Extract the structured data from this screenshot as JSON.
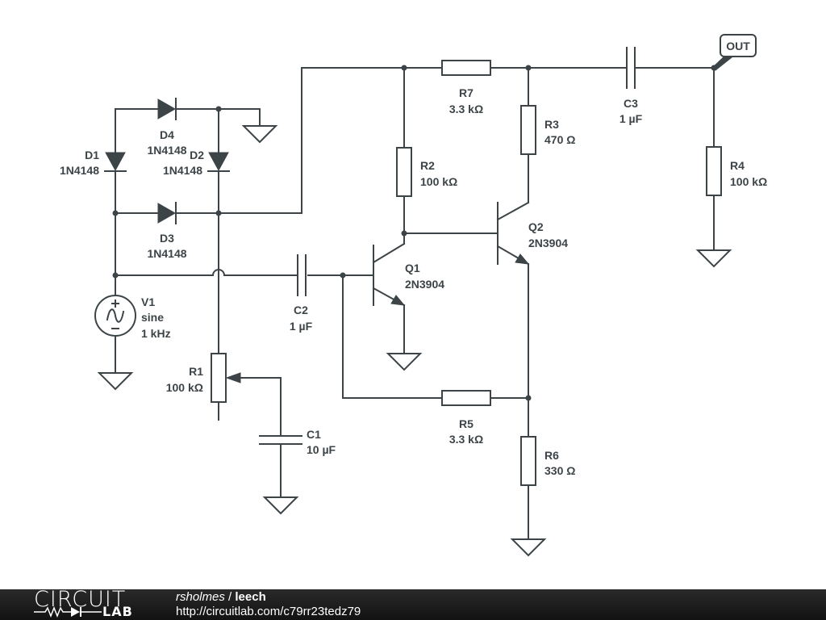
{
  "schematic": {
    "components": {
      "D1": {
        "name": "D1",
        "value": "1N4148"
      },
      "D2": {
        "name": "D2",
        "value": "1N4148"
      },
      "D3": {
        "name": "D3",
        "value": "1N4148"
      },
      "D4": {
        "name": "D4",
        "value": "1N4148"
      },
      "V1": {
        "name": "V1",
        "type": "sine",
        "value": "1 kHz"
      },
      "R1": {
        "name": "R1",
        "value": "100 kΩ"
      },
      "C1": {
        "name": "C1",
        "value": "10 µF"
      },
      "C2": {
        "name": "C2",
        "value": "1 µF"
      },
      "Q1": {
        "name": "Q1",
        "value": "2N3904"
      },
      "Q2": {
        "name": "Q2",
        "value": "2N3904"
      },
      "R2": {
        "name": "R2",
        "value": "100 kΩ"
      },
      "R3": {
        "name": "R3",
        "value": "470 Ω"
      },
      "R5": {
        "name": "R5",
        "value": "3.3 kΩ"
      },
      "R6": {
        "name": "R6",
        "value": "330 Ω"
      },
      "R7": {
        "name": "R7",
        "value": "3.3 kΩ"
      },
      "C3": {
        "name": "C3",
        "value": "1 µF"
      },
      "R4": {
        "name": "R4",
        "value": "100 kΩ"
      }
    },
    "output_label": "OUT",
    "colors": {
      "wire": "#3c4448",
      "background": "#ffffff",
      "footer": "#1a1a1a"
    }
  },
  "footer": {
    "logo_top": "CIRCUIT",
    "logo_bottom": "LAB",
    "user": "rsholmes",
    "separator": " / ",
    "project": "leech",
    "url": "http://circuitlab.com/c79rr23tedz79"
  }
}
